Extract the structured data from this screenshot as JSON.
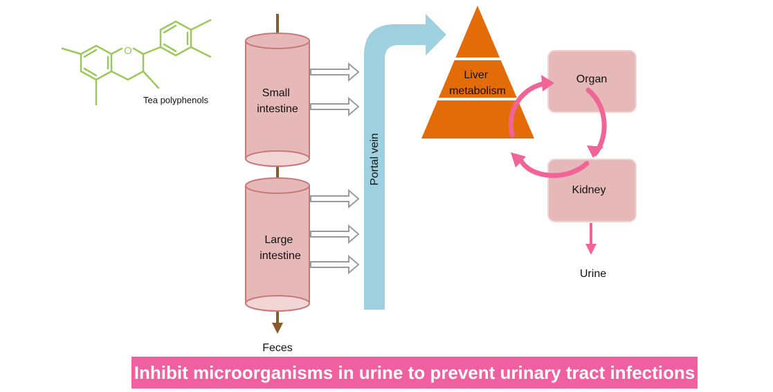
{
  "labels": {
    "compound": "Tea polyphenols",
    "small_intestine": [
      "Small",
      "intestine"
    ],
    "large_intestine": [
      "Large",
      "intestine"
    ],
    "portal_vein": "Portal vein",
    "liver": [
      "Liver",
      "metabolism"
    ],
    "organ": "Organ",
    "kidney": "Kidney",
    "urine": "Urine",
    "feces": "Feces"
  },
  "banner": "Inhibit microorganisms in urine to prevent urinary tract infections",
  "colors": {
    "molecule": "#9bc85a",
    "intestine_fill": "#e6b8b8",
    "intestine_stroke": "#c87878",
    "tube": "#8b5a2b",
    "absorption_arrow": "#9a9a9a",
    "portal_vein": "#9ed0e0",
    "liver": "#e36c09",
    "organ_box": "#e6b9b8",
    "cycle_arrow": "#f06496",
    "banner": "#f060a0"
  }
}
